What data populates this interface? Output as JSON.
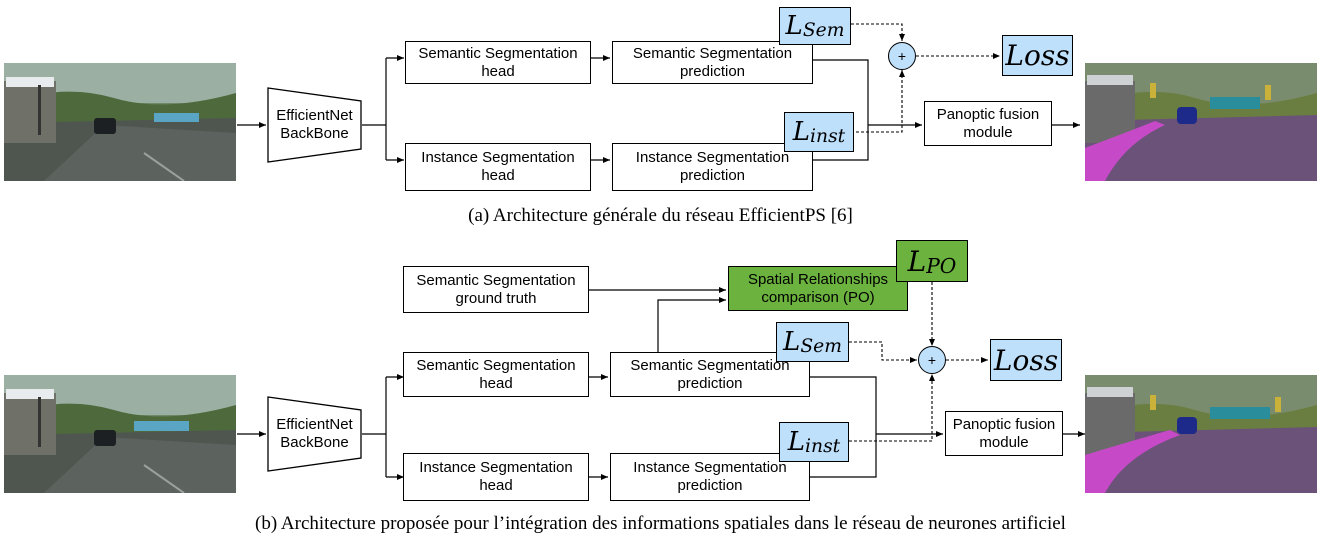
{
  "diagram_a": {
    "caption": "(a) Architecture générale du réseau EfficientPS [6]",
    "backbone": "EfficientNet BackBone",
    "sem_head": "Semantic Segmentation head",
    "sem_pred": "Semantic Segmentation prediction",
    "inst_head": "Instance Segmentation head",
    "inst_pred": "Instance Segmentation prediction",
    "fusion": "Panoptic fusion module",
    "plus": "+",
    "loss_sem": "L",
    "loss_sem_sub": "Sem",
    "loss_inst": "L",
    "loss_inst_sub": "inst",
    "loss_total": "Loss"
  },
  "diagram_b": {
    "caption": "(b) Architecture proposée pour l’intégration des informations spatiales dans le réseau de neurones artificiel",
    "gt": "Semantic Segmentation ground truth",
    "spatial": "Spatial Relationships comparison (PO)",
    "loss_po": "L",
    "loss_po_sub": "PO",
    "backbone": "EfficientNet BackBone",
    "sem_head": "Semantic Segmentation head",
    "sem_pred": "Semantic Segmentation prediction",
    "inst_head": "Instance Segmentation head",
    "inst_pred": "Instance Segmentation prediction",
    "fusion": "Panoptic fusion module",
    "plus": "+",
    "loss_sem": "L",
    "loss_sem_sub": "Sem",
    "loss_inst": "L",
    "loss_inst_sub": "inst",
    "loss_total": "Loss"
  },
  "colors": {
    "loss_fill": "#bfe0fb",
    "spatial_fill": "#6bb23f"
  }
}
